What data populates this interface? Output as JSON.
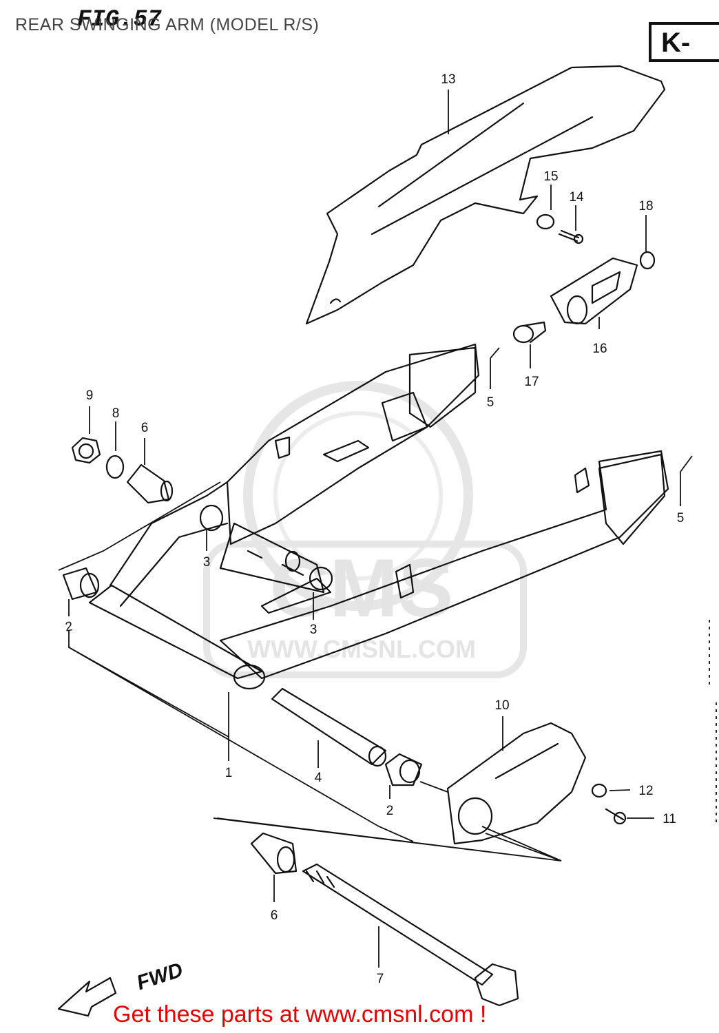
{
  "header": {
    "title": "REAR SWINGING ARM (MODEL R/S)",
    "fig_label": "FIG.57",
    "page_tab": "K-"
  },
  "footer": {
    "text": "Get these parts at www.cmsnl.com !"
  },
  "watermark": {
    "brand": "CMS",
    "url": "WWW.CMSNL.COM"
  },
  "direction_arrow": {
    "label": "FWD"
  },
  "callouts": [
    {
      "id": "c13",
      "num": "13"
    },
    {
      "id": "c15",
      "num": "15"
    },
    {
      "id": "c14",
      "num": "14"
    },
    {
      "id": "c18",
      "num": "18"
    },
    {
      "id": "c16",
      "num": "16"
    },
    {
      "id": "c17",
      "num": "17"
    },
    {
      "id": "c5a",
      "num": "5"
    },
    {
      "id": "c5b",
      "num": "5"
    },
    {
      "id": "c9",
      "num": "9"
    },
    {
      "id": "c8",
      "num": "8"
    },
    {
      "id": "c6a",
      "num": "6"
    },
    {
      "id": "c3a",
      "num": "3"
    },
    {
      "id": "c3b",
      "num": "3"
    },
    {
      "id": "c2a",
      "num": "2"
    },
    {
      "id": "c1",
      "num": "1"
    },
    {
      "id": "c4",
      "num": "4"
    },
    {
      "id": "c2b",
      "num": "2"
    },
    {
      "id": "c10",
      "num": "10"
    },
    {
      "id": "c12",
      "num": "12"
    },
    {
      "id": "c11",
      "num": "11"
    },
    {
      "id": "c6b",
      "num": "6"
    },
    {
      "id": "c7",
      "num": "7"
    }
  ]
}
